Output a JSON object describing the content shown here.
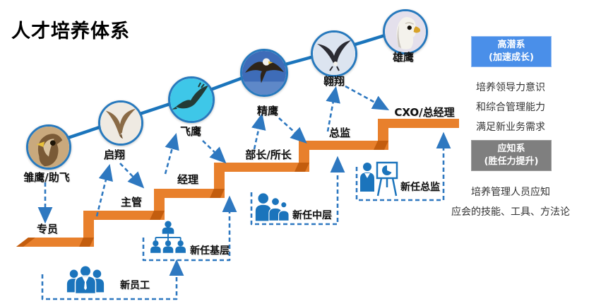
{
  "title": "人才培养体系",
  "ladder": {
    "levels": [
      {
        "bird": "雏鹰/助飞",
        "position": "专员"
      },
      {
        "bird": "启翔",
        "position": "主管"
      },
      {
        "bird": "飞鹰",
        "position": "经理"
      },
      {
        "bird": "精鹰",
        "position": "部长/所长"
      },
      {
        "bird": "翱翔",
        "position": "总监"
      },
      {
        "bird": "雄鹰",
        "position": "CXO/总经理"
      }
    ]
  },
  "programs": [
    {
      "label": "新员工",
      "icon": "new-employees-group-icon"
    },
    {
      "label": "新任基层",
      "icon": "org-chart-icon"
    },
    {
      "label": "新任中层",
      "icon": "people-group-icon"
    },
    {
      "label": "新任总监",
      "icon": "presenter-flipchart-icon"
    }
  ],
  "panels": {
    "high_potential": {
      "title_line1": "高潜系",
      "title_line2": "(加速成长)",
      "description_lines": [
        "培养领导力意识",
        "和综合管理能力",
        "满足新业务需求"
      ],
      "color": "#4A8FE9"
    },
    "competency": {
      "title_line1": "应知系",
      "title_line2": "(胜任力提升)",
      "description_lines": [
        "培养管理人员应知",
        "应会的技能、工具、方法论"
      ],
      "color": "#7F7F7F"
    }
  },
  "colors": {
    "stairs": "#E8802C",
    "stairs_dark": "#C35D0E",
    "trend_line": "#1B75BC",
    "dashed_arrows": "#2E78C0",
    "people_icons": "#1B74BC"
  }
}
